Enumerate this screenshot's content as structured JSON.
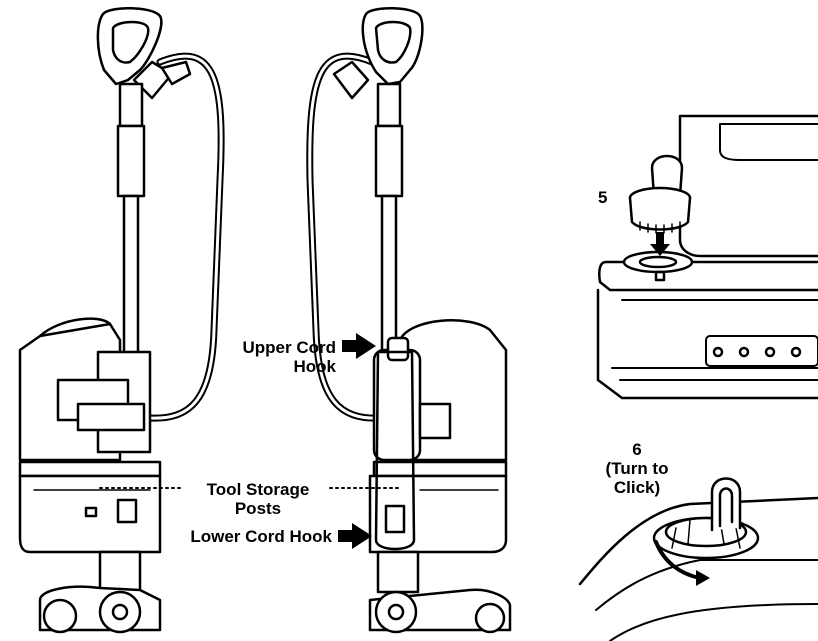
{
  "labels": {
    "upper_cord_hook": [
      "Upper Cord",
      "Hook"
    ],
    "tool_storage_posts": [
      "Tool Storage",
      "Posts"
    ],
    "lower_cord_hook": "Lower Cord Hook",
    "step5": "5",
    "step6": [
      "6",
      "(Turn to",
      "Click)"
    ]
  },
  "colors": {
    "ink": "#000000",
    "paper": "#ffffff",
    "panel": "#f2f2f2"
  }
}
